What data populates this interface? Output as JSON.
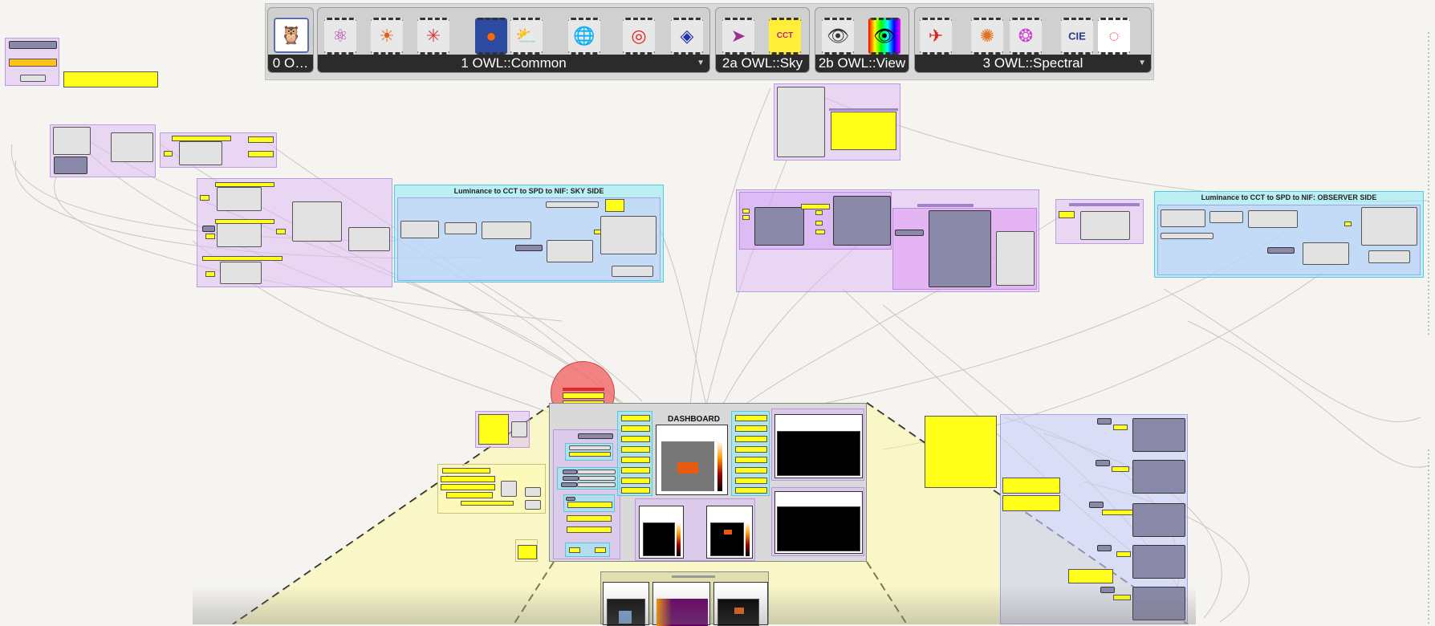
{
  "toolbar": {
    "tabs": [
      {
        "label": "0 O…",
        "icons": [
          "owl-logo-icon"
        ]
      },
      {
        "label": "1 OWL::Common",
        "icons": [
          "molecule-icon",
          "sun-compass-icon",
          "network-node-icon",
          "spectral-sphere-icon",
          "weather-icon",
          "globe-icon",
          "color-target-icon",
          "diamond-icon"
        ]
      },
      {
        "label": "2a OWL::Sky",
        "icons": [
          "sky-arrow-icon",
          "cct-spd-icon"
        ]
      },
      {
        "label": "2b OWL::View",
        "icons": [
          "eye-icon",
          "rainbow-eye-icon"
        ]
      },
      {
        "label": "3 OWL::Spectral",
        "icons": [
          "plane-icon",
          "color-wheel-icon",
          "rgb-circles-icon",
          "cie-icon",
          "color-ring-icon"
        ]
      }
    ]
  },
  "groups": {
    "sky_side_title": "Luminance to CCT to SPD to NIF: SKY SIDE",
    "observer_side_title": "Luminance to CCT to SPD to NIF: OBSERVER SIDE",
    "dashboard_title": "DASHBOARD"
  },
  "colors": {
    "canvas": "#f5f4f0",
    "group_purple": "#dcbef5",
    "group_cyan": "#96ebf5",
    "panel_yellow": "#ffff1a",
    "toolbar_label_bg": "#2b2b2b"
  }
}
